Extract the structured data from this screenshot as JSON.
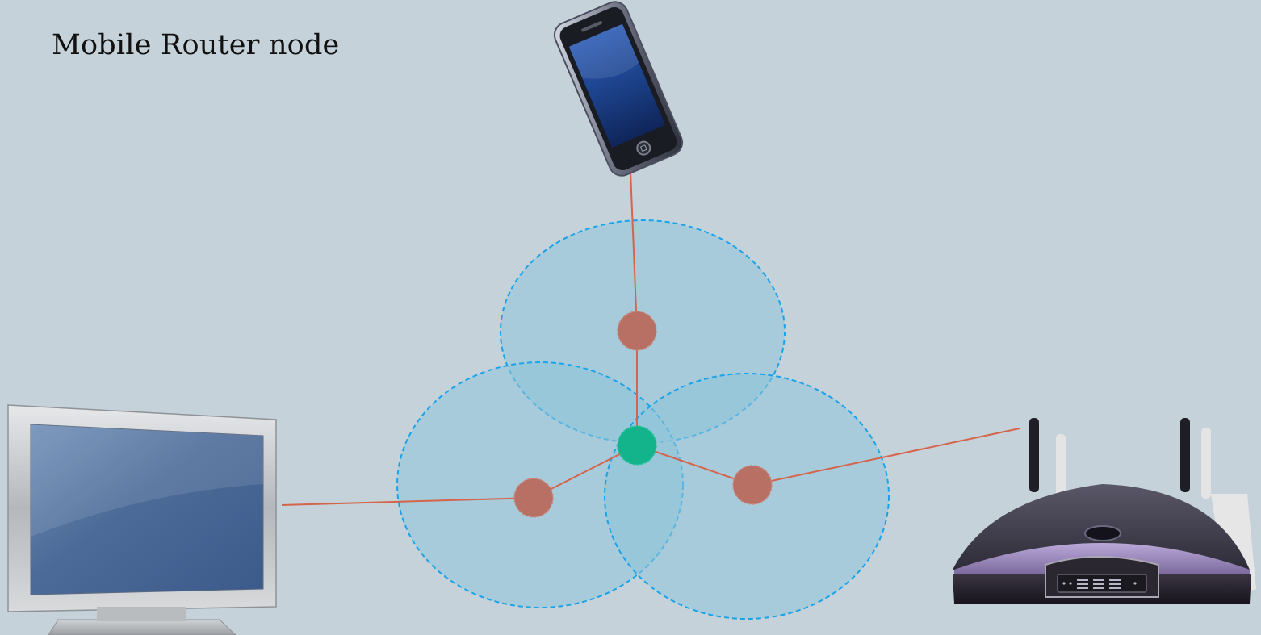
{
  "title": "Mobile Router node",
  "colors": {
    "background": "#c5d2d9",
    "coverage_fill": "#8ec4da",
    "coverage_stroke": "#1aa3e8",
    "link": "#d4644a",
    "relay_node": "#b87065",
    "center_node": "#13b48c"
  },
  "devices": [
    {
      "name": "smartphone",
      "icon": "smartphone-icon"
    },
    {
      "name": "monitor",
      "icon": "monitor-icon"
    },
    {
      "name": "wireless-router",
      "icon": "wifi-router-icon"
    }
  ],
  "nodes": [
    {
      "role": "relay",
      "label": ""
    },
    {
      "role": "relay",
      "label": ""
    },
    {
      "role": "relay",
      "label": ""
    },
    {
      "role": "mobile-router",
      "label": ""
    }
  ]
}
